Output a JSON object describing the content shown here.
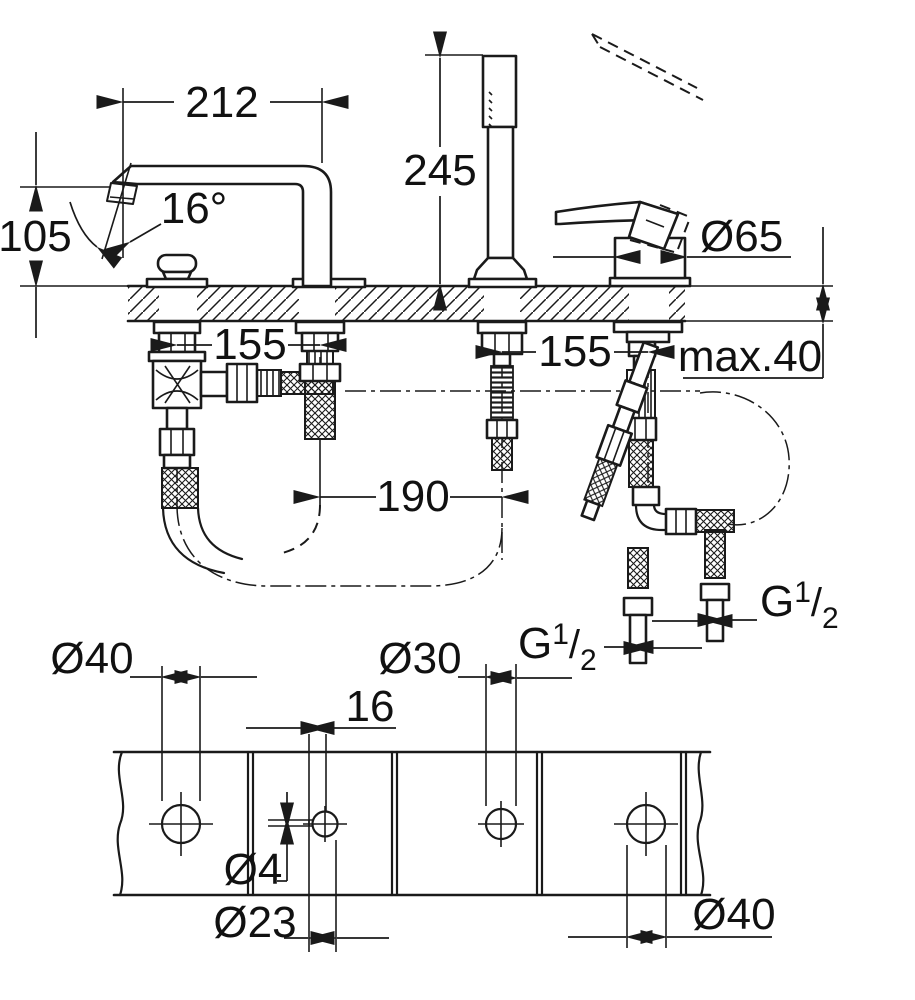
{
  "drawing": {
    "type": "faucet-installation-technical-drawing",
    "colors": {
      "line": "#1a1a1a",
      "background": "#ffffff"
    },
    "side_view": {
      "dim_spout_reach": "212",
      "dim_handshower_height": "245",
      "dim_spout_height": "105",
      "dim_spout_angle": "16°",
      "dim_handle_escutcheon_diameter": "Ø65",
      "dim_spacing_left": "155",
      "dim_spacing_right": "155",
      "dim_deck_thickness": "max.40",
      "dim_hose_spacing": "190",
      "thread_left": {
        "base": "G",
        "sup": "1",
        "slash": "/",
        "sub": "2"
      },
      "thread_right": {
        "base": "G",
        "sup": "1",
        "slash": "/",
        "sub": "2"
      }
    },
    "plan_view": {
      "dim_hole_left": "Ø40",
      "dim_hole_shower": "Ø30",
      "dim_pilot_offset": "16",
      "dim_pilot_hole": "Ø4",
      "dim_hole_spout": "Ø23",
      "dim_hole_right": "Ø40"
    }
  }
}
